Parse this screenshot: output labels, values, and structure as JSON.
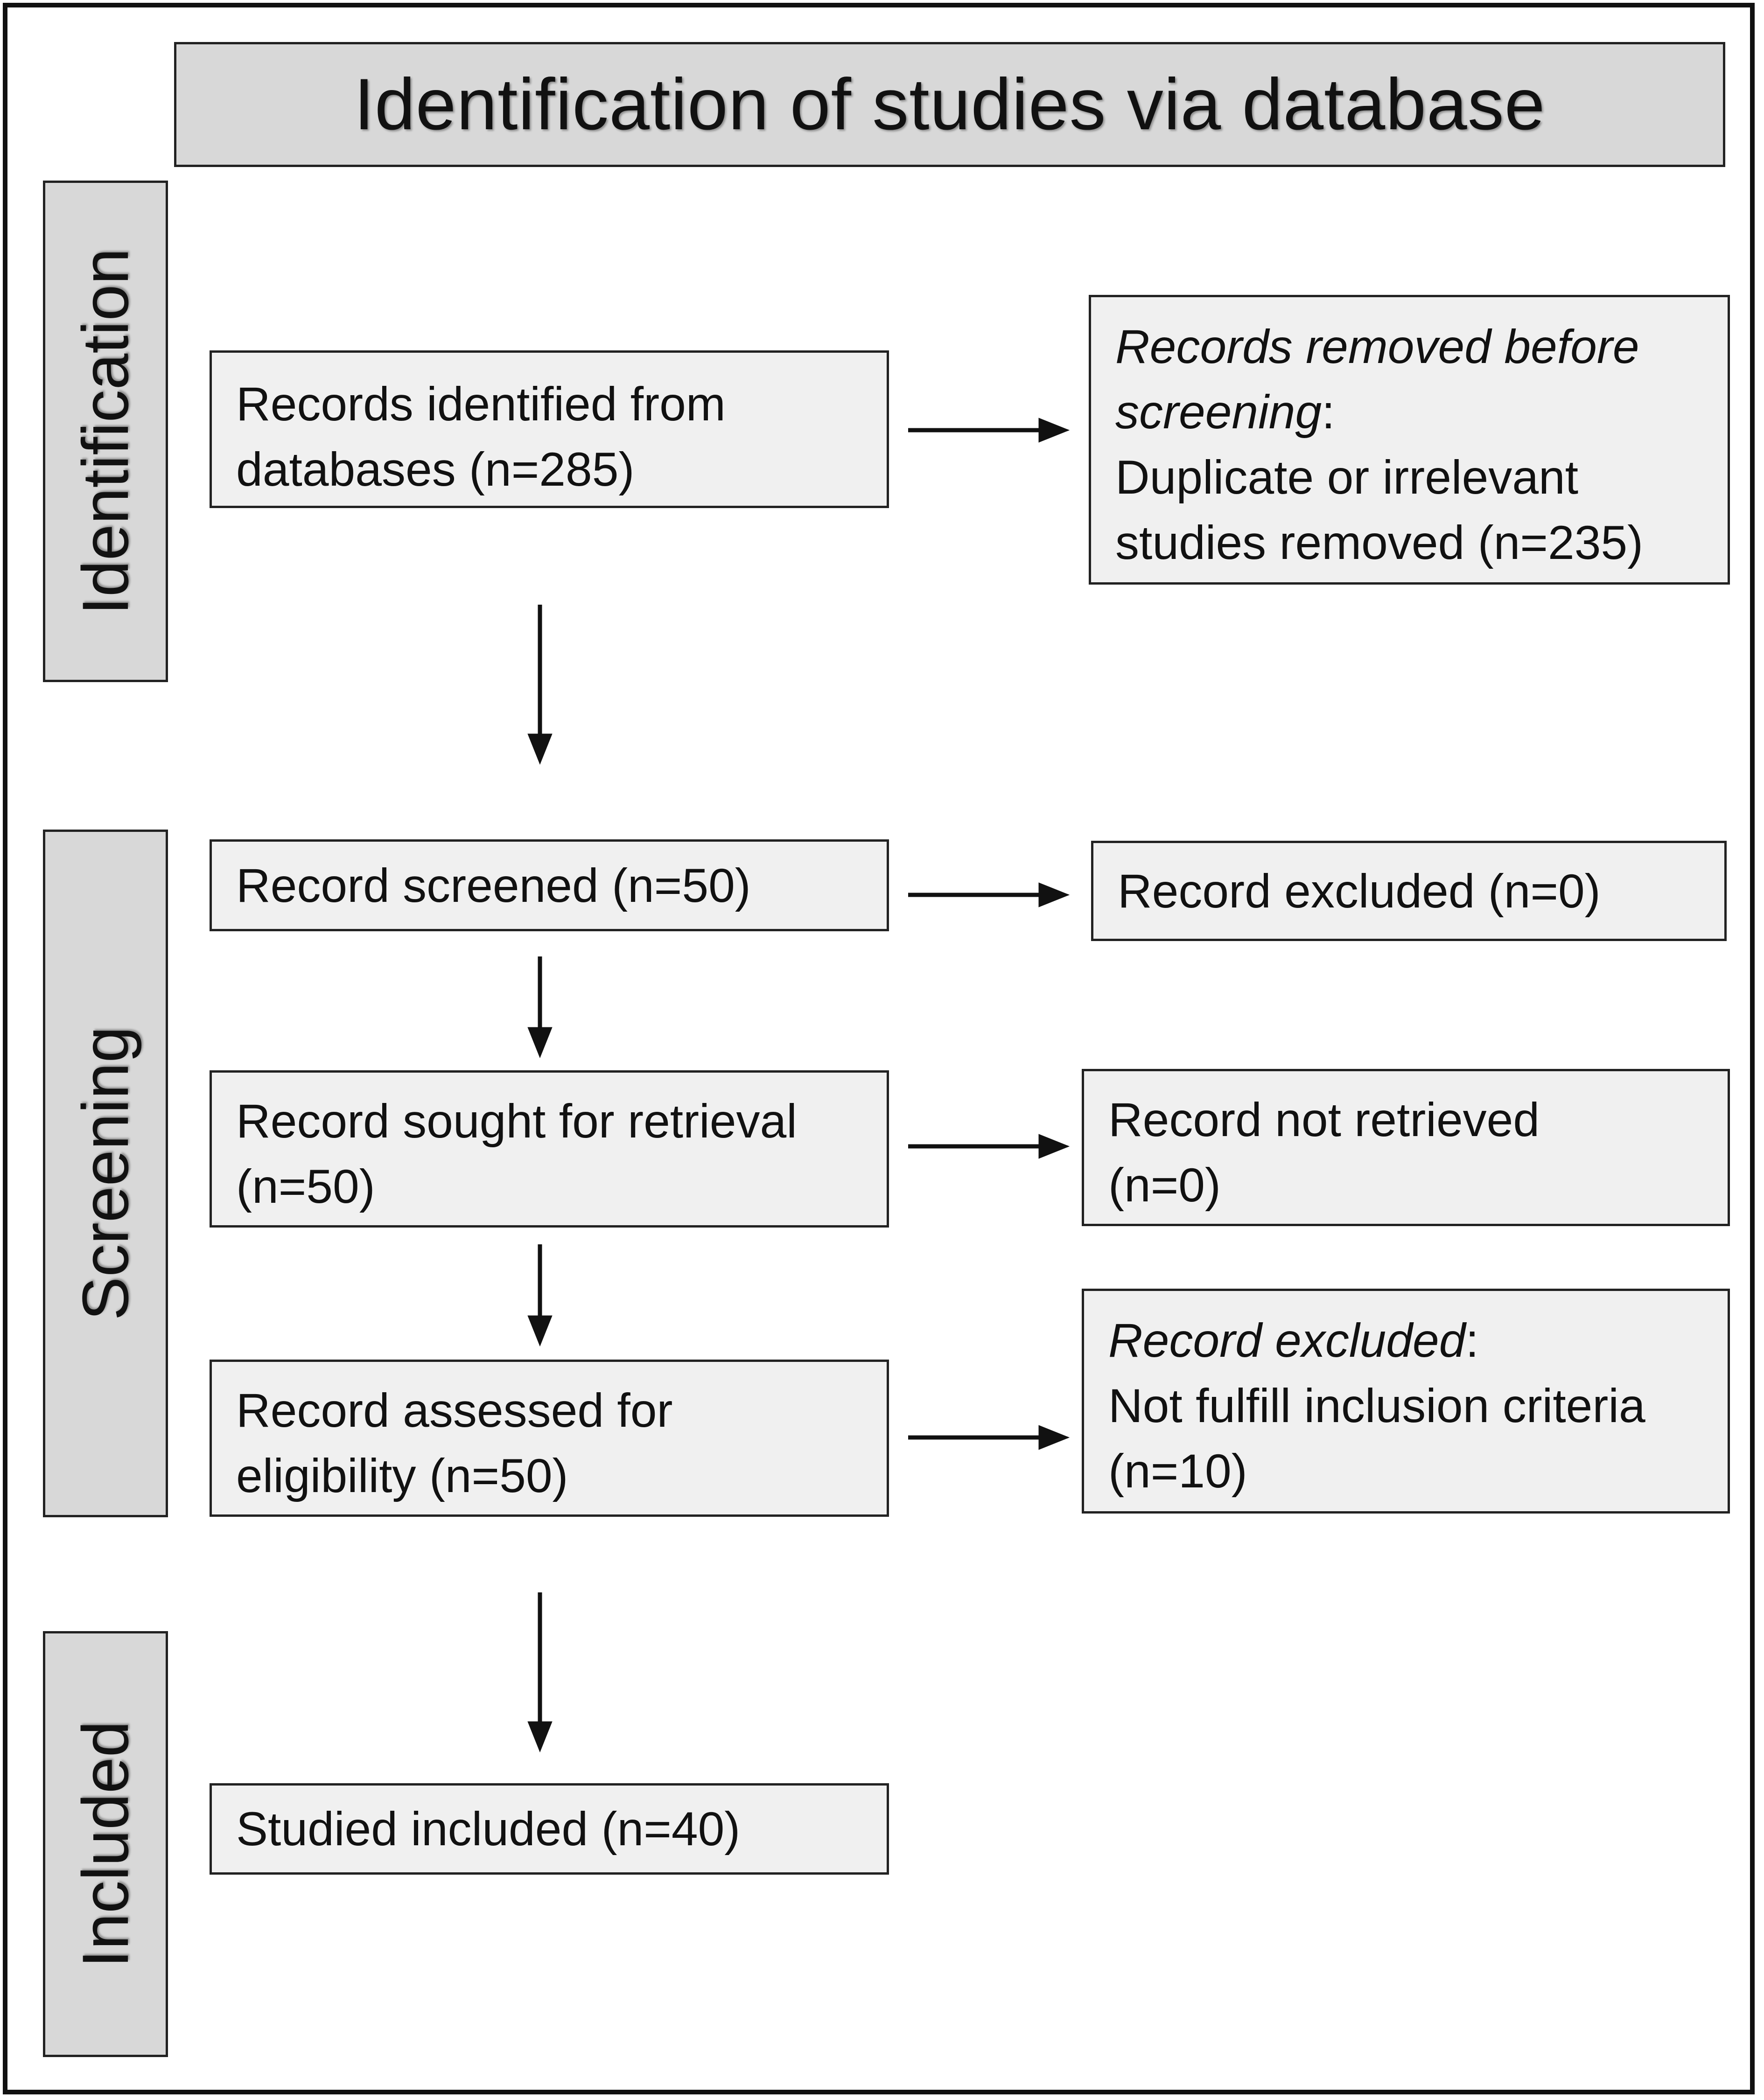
{
  "header": {
    "title": "Identification of studies via database"
  },
  "phases": {
    "identification": "Identification",
    "screening": "Screening",
    "included": "Included"
  },
  "boxes": {
    "records_identified": {
      "line1": "Records identified from",
      "line2": "databases (n=285)"
    },
    "records_removed": {
      "line1_italic": "Records removed before",
      "line2_italic": "screening",
      "line2_suffix": ":",
      "line3": "Duplicate or irrelevant",
      "line4": "studies removed (n=235)"
    },
    "record_screened": {
      "line1": "Record screened (n=50)"
    },
    "record_excluded": {
      "line1": "Record excluded (n=0)"
    },
    "record_sought": {
      "line1": "Record sought for retrieval",
      "line2": "(n=50)"
    },
    "record_not_retrieved": {
      "line1": "Record not retrieved",
      "line2": "(n=0)"
    },
    "record_assessed": {
      "line1": "Record assessed for",
      "line2": "eligibility (n=50)"
    },
    "record_excluded_criteria": {
      "line1_italic": "Record excluded",
      "line1_suffix": ":",
      "line2": "Not fulfill inclusion criteria",
      "line3": "(n=10)"
    },
    "studies_included": {
      "line1": "Studied included (n=40)"
    }
  }
}
